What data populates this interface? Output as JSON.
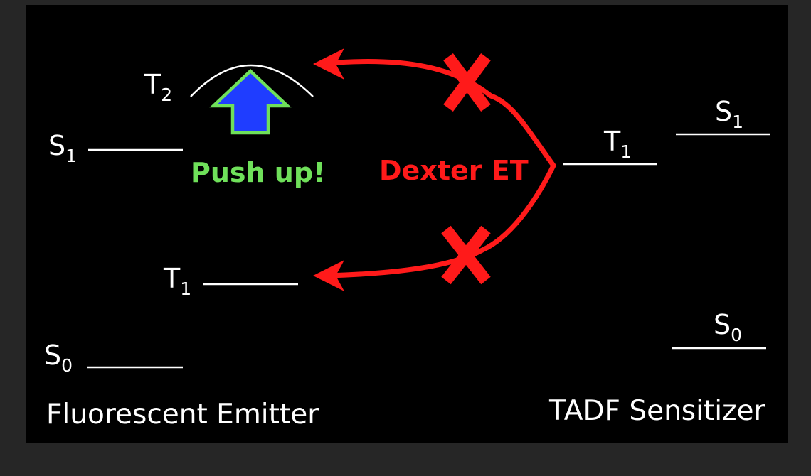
{
  "emitter": {
    "caption": "Fluorescent Emitter",
    "levels": {
      "t2": {
        "letter": "T",
        "sub": "2"
      },
      "s1": {
        "letter": "S",
        "sub": "1"
      },
      "t1": {
        "letter": "T",
        "sub": "1"
      },
      "s0": {
        "letter": "S",
        "sub": "0"
      }
    }
  },
  "sensitizer": {
    "caption": "TADF Sensitizer",
    "levels": {
      "t1": {
        "letter": "T",
        "sub": "1"
      },
      "s1": {
        "letter": "S",
        "sub": "1"
      },
      "s0": {
        "letter": "S",
        "sub": "0"
      }
    }
  },
  "annotations": {
    "push_up": "Push up!",
    "dexter": "Dexter ET"
  },
  "colors": {
    "background": "#000000",
    "frame": "#262626",
    "level_line": "#ffffff",
    "dexter_arrow": "#ff1a1a",
    "block_mark": "#ff1a1a",
    "push_arrow_fill": "#1f3dff",
    "push_arrow_outline": "#6fe05a",
    "push_text": "#6fe05a"
  },
  "icons": {
    "push_arrow": "up-arrow-icon",
    "block_mark": "x-mark-icon"
  }
}
